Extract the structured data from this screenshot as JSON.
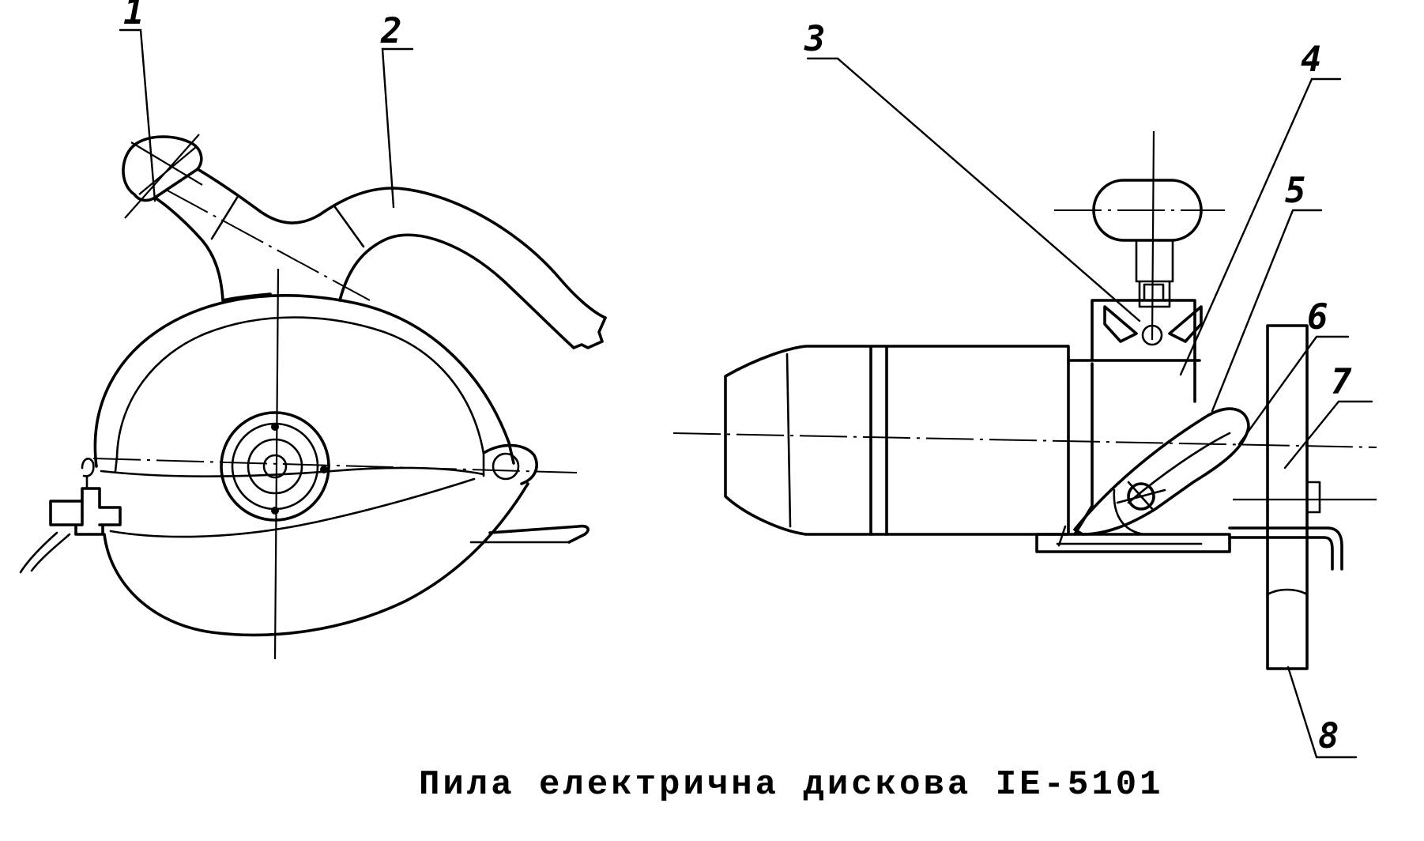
{
  "caption": "Пила електрична дискова IE-5101",
  "callouts": [
    {
      "id": "1",
      "text": "1"
    },
    {
      "id": "2",
      "text": "2"
    },
    {
      "id": "3",
      "text": "3"
    },
    {
      "id": "4",
      "text": "4"
    },
    {
      "id": "5",
      "text": "5"
    },
    {
      "id": "6",
      "text": "6"
    },
    {
      "id": "7",
      "text": "7"
    },
    {
      "id": "8",
      "text": "8"
    }
  ]
}
